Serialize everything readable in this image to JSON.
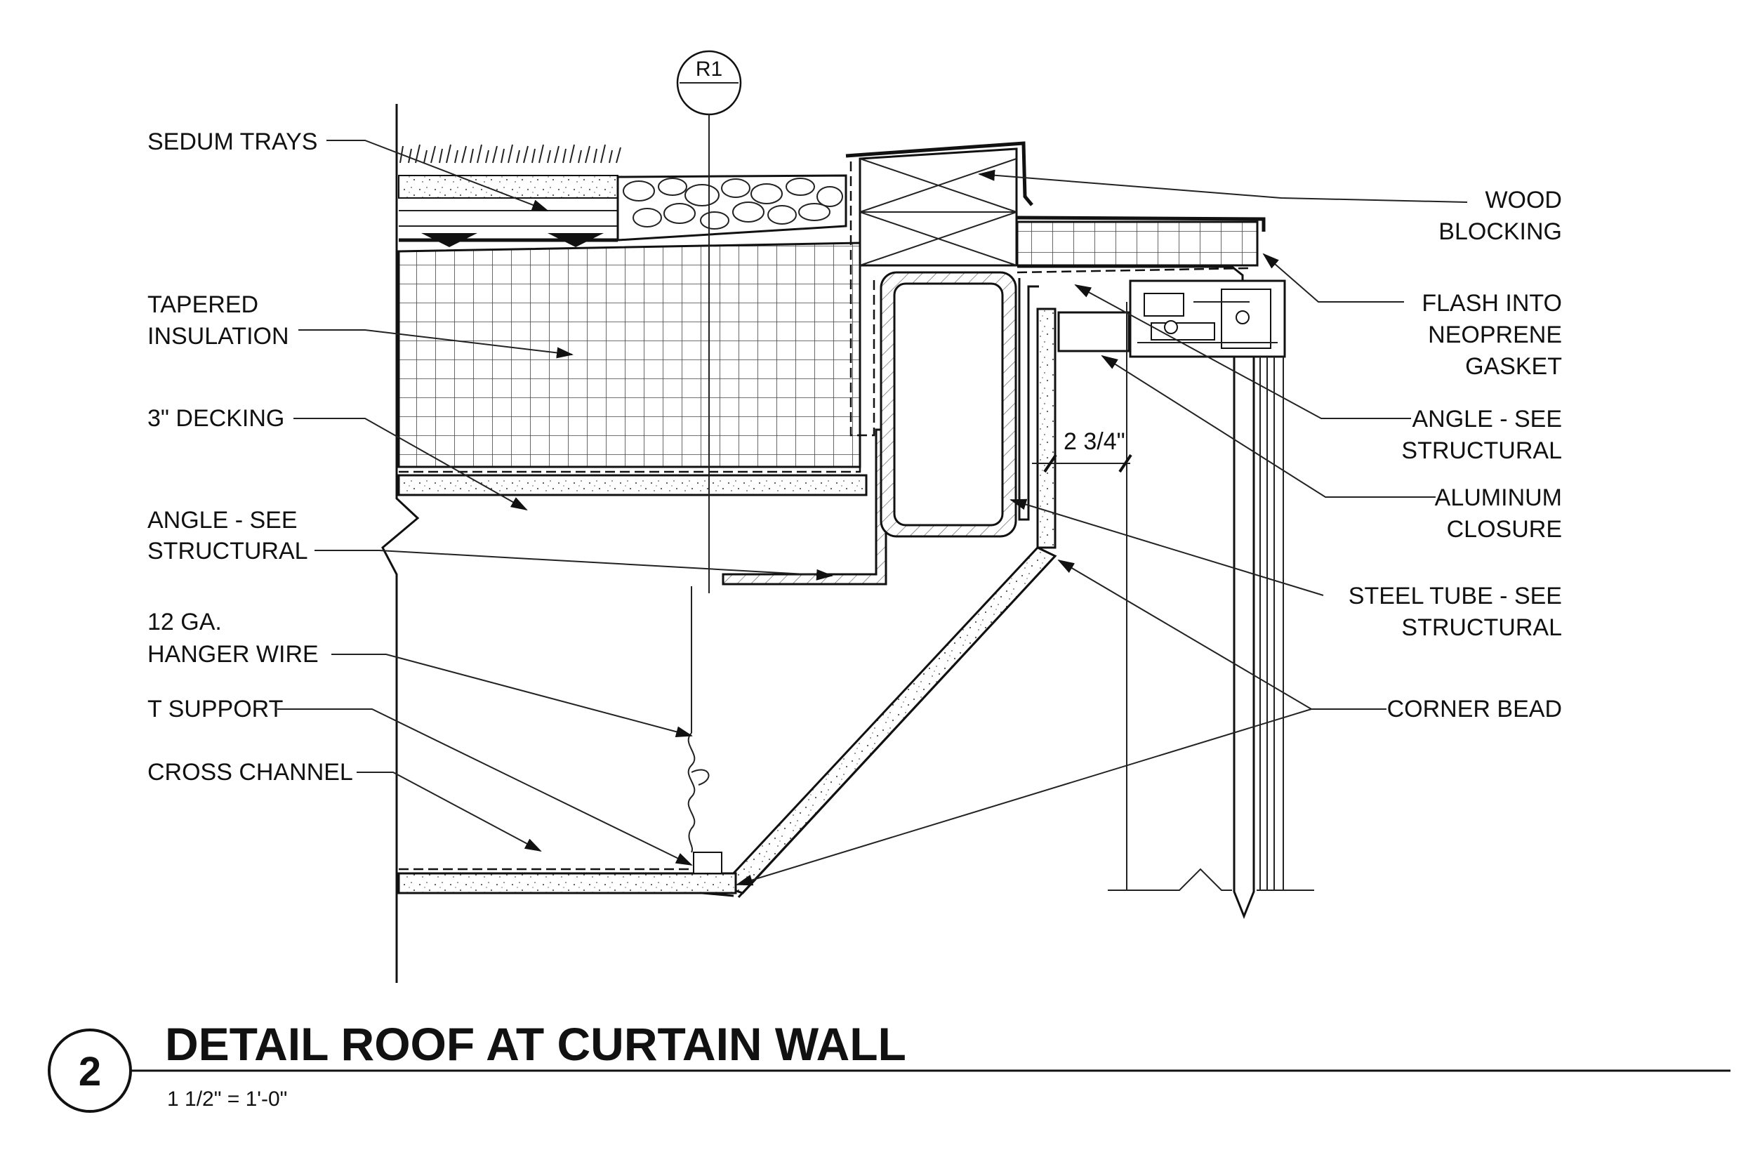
{
  "grid_tag": "R1",
  "callouts_left": {
    "sedum_trays": "SEDUM TRAYS",
    "tapered_insulation_1": "TAPERED",
    "tapered_insulation_2": "INSULATION",
    "decking": "3\" DECKING",
    "angle_left_1": "ANGLE - SEE",
    "angle_left_2": "STRUCTURAL",
    "hanger_1": "12 GA.",
    "hanger_2": "HANGER WIRE",
    "t_support": "T SUPPORT",
    "cross_channel": "CROSS CHANNEL"
  },
  "callouts_right": {
    "wood_1": "WOOD",
    "wood_2": "BLOCKING",
    "flash_1": "FLASH INTO",
    "flash_2": "NEOPRENE",
    "flash_3": "GASKET",
    "angle_right_1": "ANGLE - SEE",
    "angle_right_2": "STRUCTURAL",
    "aluminum_1": "ALUMINUM",
    "aluminum_2": "CLOSURE",
    "steel_1": "STEEL TUBE - SEE",
    "steel_2": "STRUCTURAL",
    "corner_bead": "CORNER BEAD"
  },
  "dimension": "2 3/4\"",
  "detail_number": "2",
  "detail_title": "DETAIL ROOF AT CURTAIN WALL",
  "scale": "1 1/2\" = 1'-0\""
}
